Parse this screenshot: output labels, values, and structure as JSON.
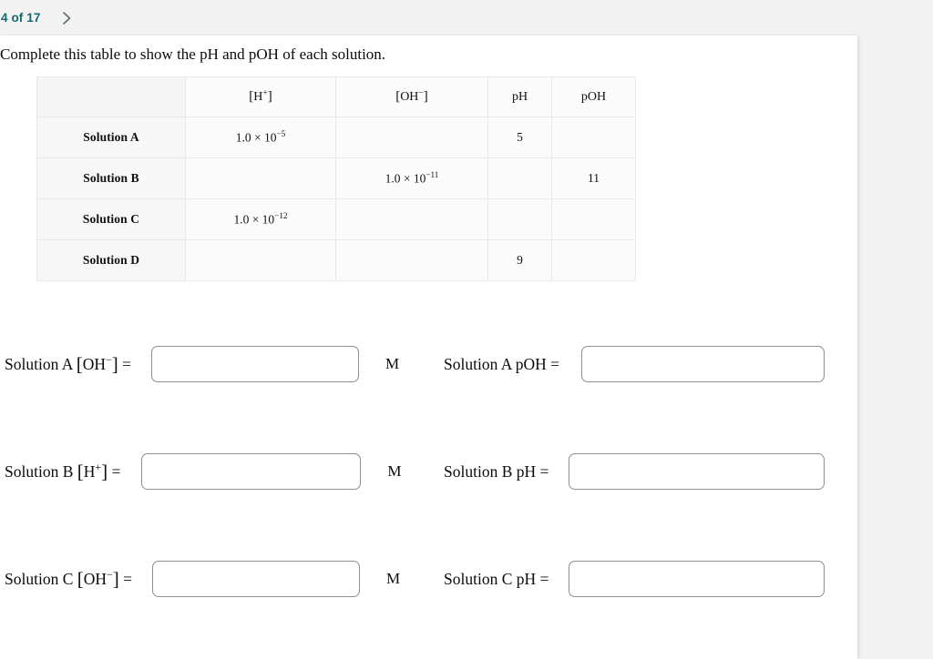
{
  "nav": {
    "counter": "4 of 17",
    "next_icon": "chevron-right-icon"
  },
  "prompt": "Complete this table to show the pH and pOH of each solution.",
  "table": {
    "columns": [
      "",
      "[H+]",
      "[OH-]",
      "pH",
      "pOH"
    ],
    "column_labels": {
      "blank": "",
      "h_plus": "H",
      "h_plus_sup": "+",
      "oh_minus": "OH",
      "oh_minus_sup": "−",
      "ph": "pH",
      "poh": "pOH"
    },
    "rows": [
      {
        "name": "Solution A",
        "h_mantissa": "1.0 × 10",
        "h_exp": "−5",
        "oh_mantissa": "",
        "oh_exp": "",
        "ph": "5",
        "poh": ""
      },
      {
        "name": "Solution B",
        "h_mantissa": "",
        "h_exp": "",
        "oh_mantissa": "1.0 × 10",
        "oh_exp": "−11",
        "ph": "",
        "poh": "11"
      },
      {
        "name": "Solution C",
        "h_mantissa": "1.0 × 10",
        "h_exp": "−12",
        "oh_mantissa": "",
        "oh_exp": "",
        "ph": "",
        "poh": ""
      },
      {
        "name": "Solution D",
        "h_mantissa": "",
        "h_exp": "",
        "oh_mantissa": "",
        "oh_exp": "",
        "ph": "9",
        "poh": ""
      }
    ]
  },
  "answers": [
    {
      "left_prefix": "Solution A ",
      "left_species": "OH",
      "left_species_sup": "−",
      "left_suffix": " =",
      "left_value": "",
      "left_placeholder": "",
      "unit": "M",
      "right_label": "Solution A pOH =",
      "right_value": "",
      "right_placeholder": ""
    },
    {
      "left_prefix": "Solution B ",
      "left_species": "H",
      "left_species_sup": "+",
      "left_suffix": " =",
      "left_value": "",
      "left_placeholder": "",
      "unit": "M",
      "right_label": "Solution B pH =",
      "right_value": "",
      "right_placeholder": ""
    },
    {
      "left_prefix": "Solution C ",
      "left_species": "OH",
      "left_species_sup": "−",
      "left_suffix": " =",
      "left_value": "",
      "left_placeholder": "",
      "unit": "M",
      "right_label": "Solution C pH =",
      "right_value": "",
      "right_placeholder": ""
    }
  ],
  "colors": {
    "nav_accent": "#136a72",
    "page_background": "#f2f2f2",
    "card_background": "#ffffff",
    "table_border": "#e9e9e9",
    "input_border": "#8e8e8e"
  }
}
